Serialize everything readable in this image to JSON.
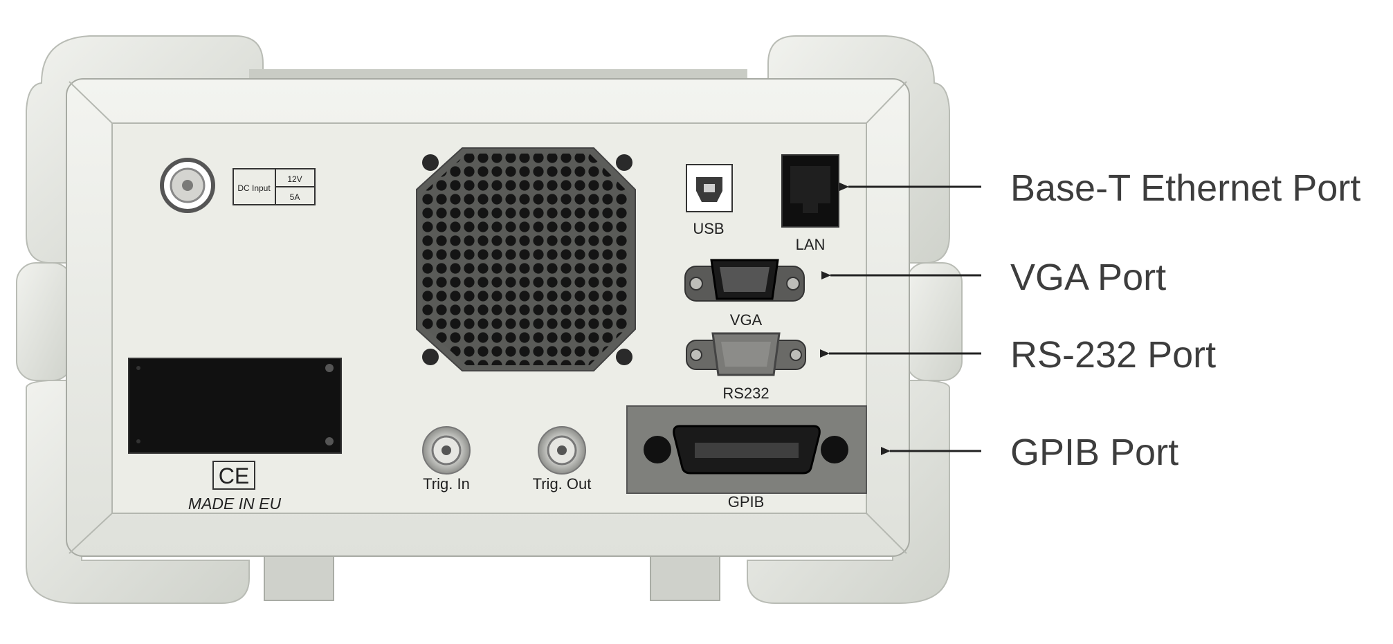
{
  "device": {
    "dc_input": {
      "label": "DC Input",
      "voltage": "12V",
      "current": "5A"
    },
    "ports": {
      "usb": "USB",
      "lan": "LAN",
      "vga": "VGA",
      "rs232": "RS232",
      "gpib": "GPIB",
      "trig_in": "Trig. In",
      "trig_out": "Trig. Out"
    },
    "ce_mark": "CE",
    "made_in": "MADE IN EU"
  },
  "callouts": {
    "ethernet": "Base-T Ethernet Port",
    "vga": "VGA Port",
    "rs232": "RS-232 Port",
    "gpib": "GPIB Port"
  },
  "colors": {
    "housing": "#e6e8e2",
    "panel": "#ececE6",
    "dark": "#1c1c1c",
    "arrow": "#222222"
  }
}
